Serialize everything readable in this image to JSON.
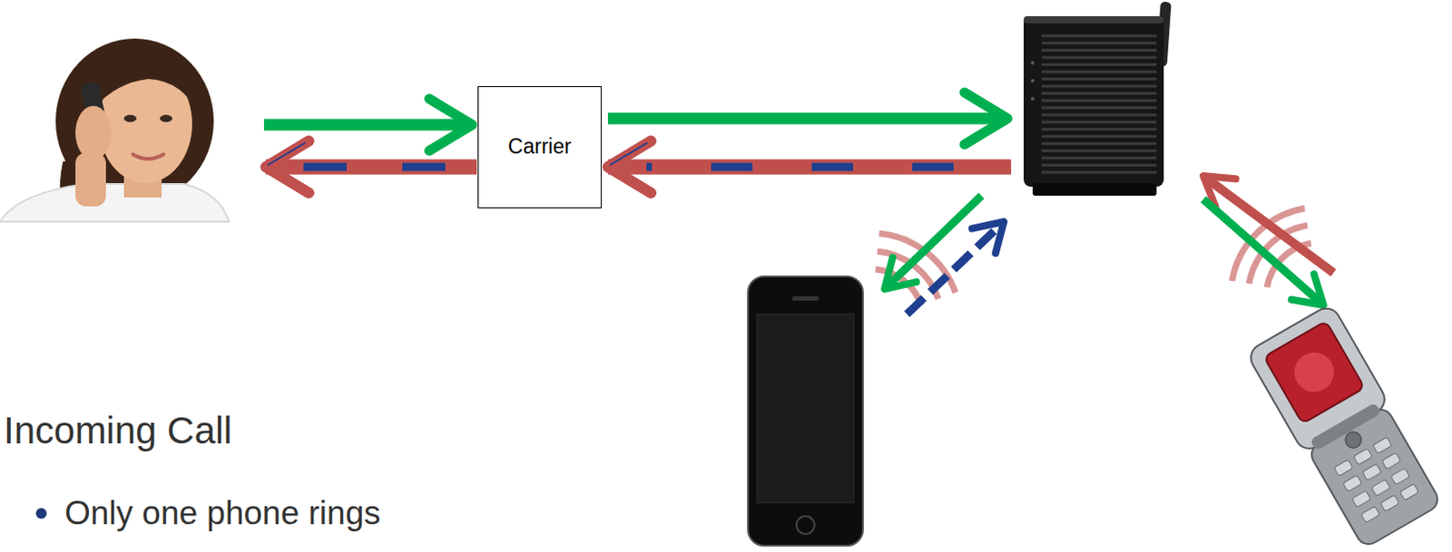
{
  "diagram": {
    "nodes": [
      {
        "text": [
          "Carrier"
        ]
      }
    ],
    "labels": [
      "Incoming Call",
      "Only one phone rings"
    ]
  }
}
